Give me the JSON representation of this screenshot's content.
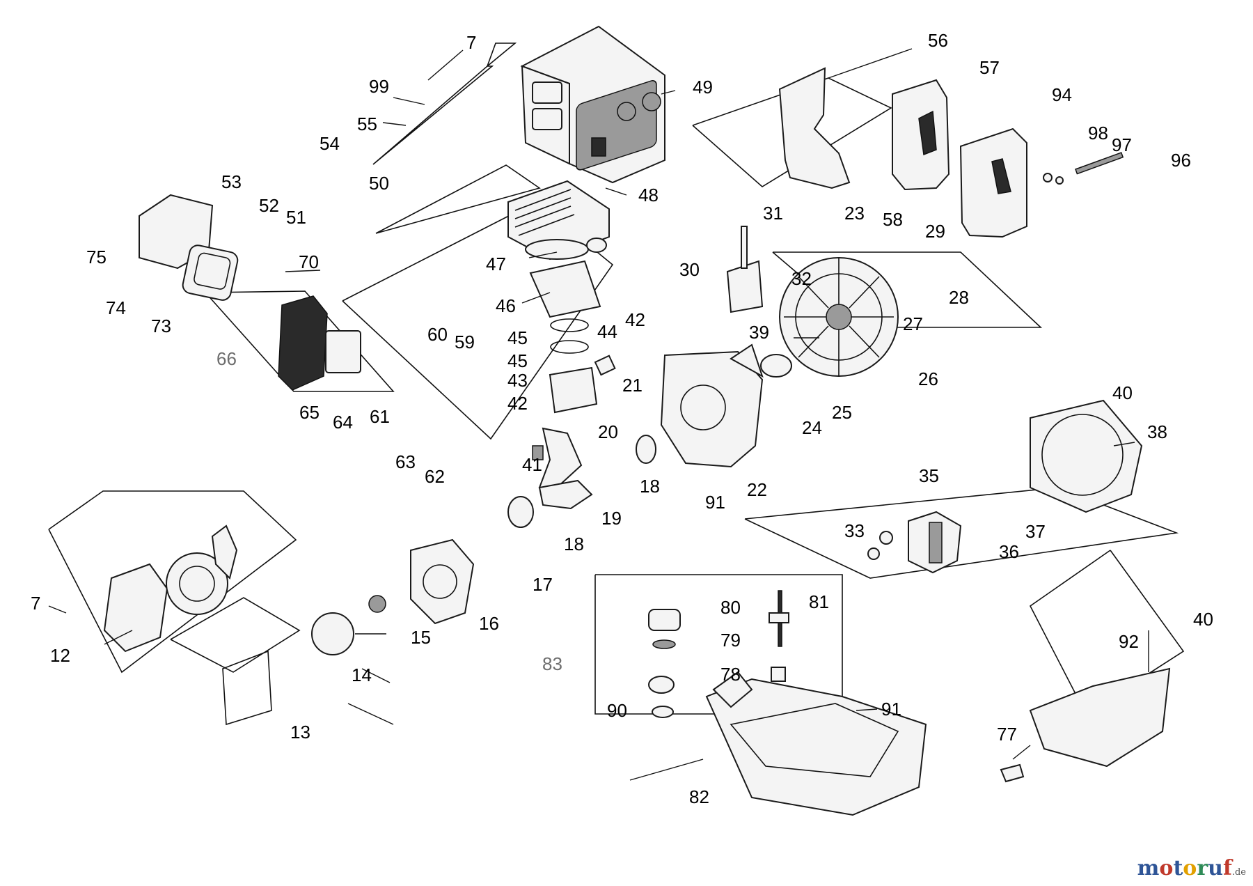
{
  "diagram": {
    "callouts": [
      {
        "id": "7a",
        "text": "7"
      },
      {
        "id": "99",
        "text": "99"
      },
      {
        "id": "55",
        "text": "55"
      },
      {
        "id": "54",
        "text": "54"
      },
      {
        "id": "53",
        "text": "53"
      },
      {
        "id": "52",
        "text": "52"
      },
      {
        "id": "51",
        "text": "51"
      },
      {
        "id": "50",
        "text": "50"
      },
      {
        "id": "49",
        "text": "49"
      },
      {
        "id": "48",
        "text": "48"
      },
      {
        "id": "56",
        "text": "56"
      },
      {
        "id": "57",
        "text": "57"
      },
      {
        "id": "94",
        "text": "94"
      },
      {
        "id": "98",
        "text": "98"
      },
      {
        "id": "97",
        "text": "97"
      },
      {
        "id": "96",
        "text": "96"
      },
      {
        "id": "23",
        "text": "23"
      },
      {
        "id": "58",
        "text": "58"
      },
      {
        "id": "75",
        "text": "75"
      },
      {
        "id": "74",
        "text": "74"
      },
      {
        "id": "73",
        "text": "73"
      },
      {
        "id": "70",
        "text": "70"
      },
      {
        "id": "66",
        "text": "66",
        "muted": true
      },
      {
        "id": "47",
        "text": "47"
      },
      {
        "id": "46",
        "text": "46"
      },
      {
        "id": "45a",
        "text": "45"
      },
      {
        "id": "45b",
        "text": "45"
      },
      {
        "id": "43",
        "text": "43"
      },
      {
        "id": "42a",
        "text": "42"
      },
      {
        "id": "44",
        "text": "44"
      },
      {
        "id": "42b",
        "text": "42"
      },
      {
        "id": "31",
        "text": "31"
      },
      {
        "id": "30",
        "text": "30"
      },
      {
        "id": "32",
        "text": "32"
      },
      {
        "id": "29",
        "text": "29"
      },
      {
        "id": "28",
        "text": "28"
      },
      {
        "id": "27",
        "text": "27"
      },
      {
        "id": "39",
        "text": "39"
      },
      {
        "id": "26",
        "text": "26"
      },
      {
        "id": "25",
        "text": "25"
      },
      {
        "id": "40a",
        "text": "40"
      },
      {
        "id": "60",
        "text": "60"
      },
      {
        "id": "59",
        "text": "59"
      },
      {
        "id": "65",
        "text": "65"
      },
      {
        "id": "64",
        "text": "64"
      },
      {
        "id": "61",
        "text": "61"
      },
      {
        "id": "63",
        "text": "63"
      },
      {
        "id": "62",
        "text": "62"
      },
      {
        "id": "41",
        "text": "41"
      },
      {
        "id": "21",
        "text": "21"
      },
      {
        "id": "20",
        "text": "20"
      },
      {
        "id": "18a",
        "text": "18"
      },
      {
        "id": "24",
        "text": "24"
      },
      {
        "id": "38",
        "text": "38"
      },
      {
        "id": "91a",
        "text": "91"
      },
      {
        "id": "22",
        "text": "22"
      },
      {
        "id": "19",
        "text": "19"
      },
      {
        "id": "18b",
        "text": "18"
      },
      {
        "id": "17",
        "text": "17"
      },
      {
        "id": "35",
        "text": "35"
      },
      {
        "id": "33",
        "text": "33"
      },
      {
        "id": "37",
        "text": "37"
      },
      {
        "id": "36",
        "text": "36"
      },
      {
        "id": "7b",
        "text": "7"
      },
      {
        "id": "12",
        "text": "12"
      },
      {
        "id": "16",
        "text": "16"
      },
      {
        "id": "15",
        "text": "15"
      },
      {
        "id": "14",
        "text": "14"
      },
      {
        "id": "13",
        "text": "13"
      },
      {
        "id": "81",
        "text": "81"
      },
      {
        "id": "80",
        "text": "80"
      },
      {
        "id": "79",
        "text": "79"
      },
      {
        "id": "78",
        "text": "78"
      },
      {
        "id": "83",
        "text": "83",
        "muted": true
      },
      {
        "id": "90",
        "text": "90"
      },
      {
        "id": "91b",
        "text": "91"
      },
      {
        "id": "82",
        "text": "82"
      },
      {
        "id": "40b",
        "text": "40"
      },
      {
        "id": "92",
        "text": "92"
      },
      {
        "id": "77",
        "text": "77"
      }
    ]
  },
  "watermark": {
    "letters": [
      "m",
      "o",
      "t",
      "o",
      "r",
      "u",
      "f"
    ],
    "letter_colors": [
      "#2f5597",
      "#c0392b",
      "#2f5597",
      "#e2a000",
      "#2e8b57",
      "#2f5597",
      "#c0392b"
    ],
    "tld": ".de"
  }
}
